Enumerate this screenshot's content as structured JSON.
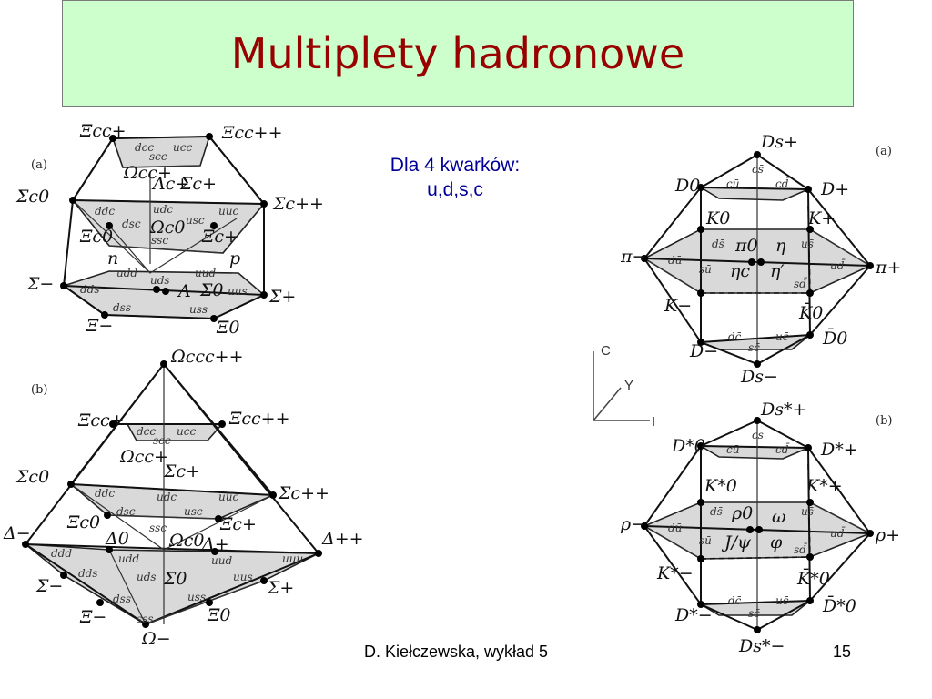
{
  "slide": {
    "title": "Multiplety hadronowe",
    "subtitle_line1": "Dla 4 kwarków:",
    "subtitle_line2": "u,d,s,c",
    "author": "D. Kiełczewska, wykład 5",
    "page": "15"
  },
  "diagrams": {
    "baryon_a": {
      "tag": "(a)",
      "labels": [
        "Ξcc+",
        "Ξcc++",
        "Ωcc+",
        "Λc+",
        "Σc+",
        "Σc0",
        "Σc++",
        "Ξc0",
        "Ωc0",
        "Ξc+",
        "n",
        "p",
        "Σ−",
        "Σ0",
        "Λ",
        "Σ+",
        "Ξ−",
        "Ξ0"
      ],
      "quarks": [
        "dcc",
        "ucc",
        "scc",
        "ddc",
        "udc",
        "dsc",
        "usc",
        "uuc",
        "ssc",
        "udd",
        "uud",
        "dds",
        "uds",
        "uus",
        "dss",
        "uss"
      ]
    },
    "baryon_b": {
      "tag": "(b)",
      "labels": [
        "Ωccc++",
        "Ξcc+",
        "Ξcc++",
        "Ωcc+",
        "Σc+",
        "Σc0",
        "Σc++",
        "Ξc0",
        "Ωc0",
        "Ξc+",
        "Δ−",
        "Δ0",
        "Δ+",
        "Δ++",
        "Σ−",
        "Σ0",
        "Σ+",
        "Ξ−",
        "Ξ0",
        "Ω−"
      ],
      "quarks": [
        "dcc",
        "ucc",
        "scc",
        "ddc",
        "udc",
        "uuc",
        "dsc",
        "usc",
        "ssc",
        "ddd",
        "udd",
        "uud",
        "uuu",
        "dds",
        "uds",
        "uus",
        "dss",
        "uss",
        "sss"
      ]
    },
    "meson_a": {
      "tag": "(a)",
      "labels": [
        "Ds+",
        "D0",
        "D+",
        "K0",
        "K+",
        "π−",
        "π0",
        "η",
        "ηc",
        "η′",
        "π+",
        "K−",
        "K̄0",
        "D−",
        "D̄0",
        "Ds−"
      ],
      "quarks": [
        "cs̄",
        "cū",
        "cd̄",
        "ds̄",
        "us̄",
        "dū",
        "sū",
        "ud̄",
        "sd̄",
        "dc̄",
        "uc̄",
        "sc̄"
      ]
    },
    "meson_b": {
      "tag": "(b)",
      "labels": [
        "Ds*+",
        "D*0",
        "D*+",
        "K*0",
        "K*+",
        "ρ−",
        "ρ0",
        "ω",
        "J/ψ",
        "φ",
        "ρ+",
        "K*−",
        "K̄*0",
        "D*−",
        "D̄*0",
        "Ds*−"
      ],
      "quarks": [
        "cs̄",
        "cū",
        "cd̄",
        "ds̄",
        "us̄",
        "dū",
        "sū",
        "ud̄",
        "sd̄",
        "dc̄",
        "uc̄",
        "sc̄"
      ]
    },
    "axes": {
      "c": "C",
      "y": "Y",
      "i": "I"
    }
  }
}
